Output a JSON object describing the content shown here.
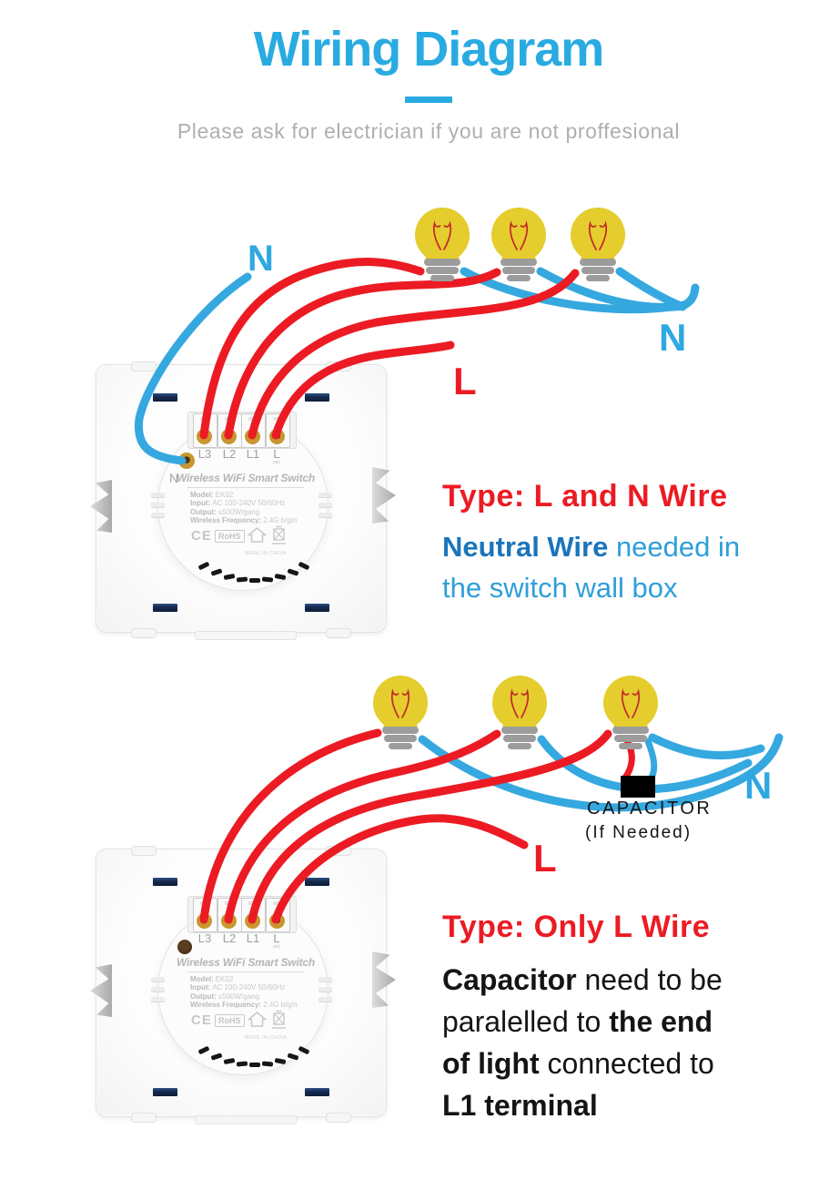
{
  "header": {
    "title": "Wiring Diagram",
    "subtitle": "Please ask for electrician if you are not proffesional"
  },
  "colors": {
    "accent_blue": "#29ABE2",
    "wire_blue": "#35A8E0",
    "wire_red": "#EC1B23",
    "deep_blue": "#1B75BC",
    "text_black": "#141414",
    "bulb_yellow": "#E4CD2C"
  },
  "switch": {
    "name": "Wireless WiFi Smart Switch",
    "specs": [
      {
        "label": "Model:",
        "value": "EK02"
      },
      {
        "label": "Input:",
        "value": "AC 100-240V 50/60Hz"
      },
      {
        "label": "Output:",
        "value": "≤500W/gang"
      },
      {
        "label": "Wireless Frequency:",
        "value": "2.4G b/g/n"
      }
    ],
    "terminals": [
      "L3",
      "L2",
      "L1",
      "L"
    ],
    "terminal_l_sub": "(IN)",
    "neutral_terminal_label": "N",
    "cert_ce": "CE",
    "cert_rohs": "RoHS",
    "made_in": "MADE IN CHINA"
  },
  "diagram1": {
    "neutral_in_label": "N",
    "neutral_out_label": "N",
    "live_label": "L",
    "heading": "Type: L and N Wire",
    "note_lines": [
      [
        {
          "t": "Neutral Wire",
          "b": 1,
          "c": "darkblue"
        },
        {
          "t": " needed in",
          "b": 0
        }
      ],
      [
        {
          "t": "the switch wall box",
          "b": 0
        }
      ]
    ]
  },
  "diagram2": {
    "neutral_out_label": "N",
    "live_label": "L",
    "capacitor_title": "CAPACITOR",
    "capacitor_sub": "(If Needed)",
    "heading": "Type: Only L Wire",
    "note_lines": [
      [
        {
          "t": "Capacitor",
          "b": 1
        },
        {
          "t": " need to be",
          "b": 0
        }
      ],
      [
        {
          "t": "paralelled to ",
          "b": 0
        },
        {
          "t": "the end",
          "b": 1
        }
      ],
      [
        {
          "t": "of light",
          "b": 1
        },
        {
          "t": " connected to",
          "b": 0
        }
      ],
      [
        {
          "t": "L1 terminal",
          "b": 1
        }
      ]
    ]
  }
}
